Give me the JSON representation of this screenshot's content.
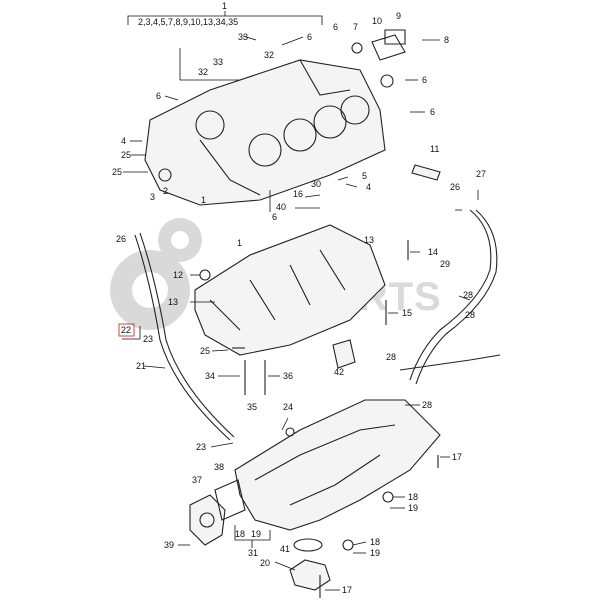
{
  "diagram": {
    "watermark": "OEMPARTS",
    "group_label_top": "1",
    "group_list_top": "2,3,4,5,7,8,9,10,13,34,35",
    "callouts": {
      "c1b": "1",
      "c1c": "1",
      "c2": "2",
      "c3": "3",
      "c4a": "4",
      "c4b": "4",
      "c5": "5",
      "c6a": "6",
      "c6b": "6",
      "c6c": "6",
      "c6d": "6",
      "c6e": "6",
      "c7": "7",
      "c8": "8",
      "c9": "9",
      "c10": "10",
      "c11": "11",
      "c12": "12",
      "c13a": "13",
      "c13b": "13",
      "c14": "14",
      "c15": "15",
      "c16": "16",
      "c17a": "17",
      "c17b": "17",
      "c18a": "18",
      "c18b": "18",
      "c19a": "19",
      "c19b": "19",
      "c19c": "19",
      "c20": "20",
      "c21": "21",
      "c22": "22",
      "c23a": "23",
      "c23b": "23",
      "c24": "24",
      "c25a": "25",
      "c25b": "25",
      "c25c": "25",
      "c26a": "26",
      "c26b": "26",
      "c27": "27",
      "c28a": "28",
      "c28b": "28",
      "c28c": "28",
      "c29": "29",
      "c30": "30",
      "c31": "31",
      "c32a": "32",
      "c32b": "32",
      "c33a": "33",
      "c33b": "33",
      "c34": "34",
      "c35": "35",
      "c36": "36",
      "c37": "37",
      "c38": "38",
      "c39": "39",
      "c40": "40",
      "c41": "41",
      "c42": "42"
    }
  }
}
